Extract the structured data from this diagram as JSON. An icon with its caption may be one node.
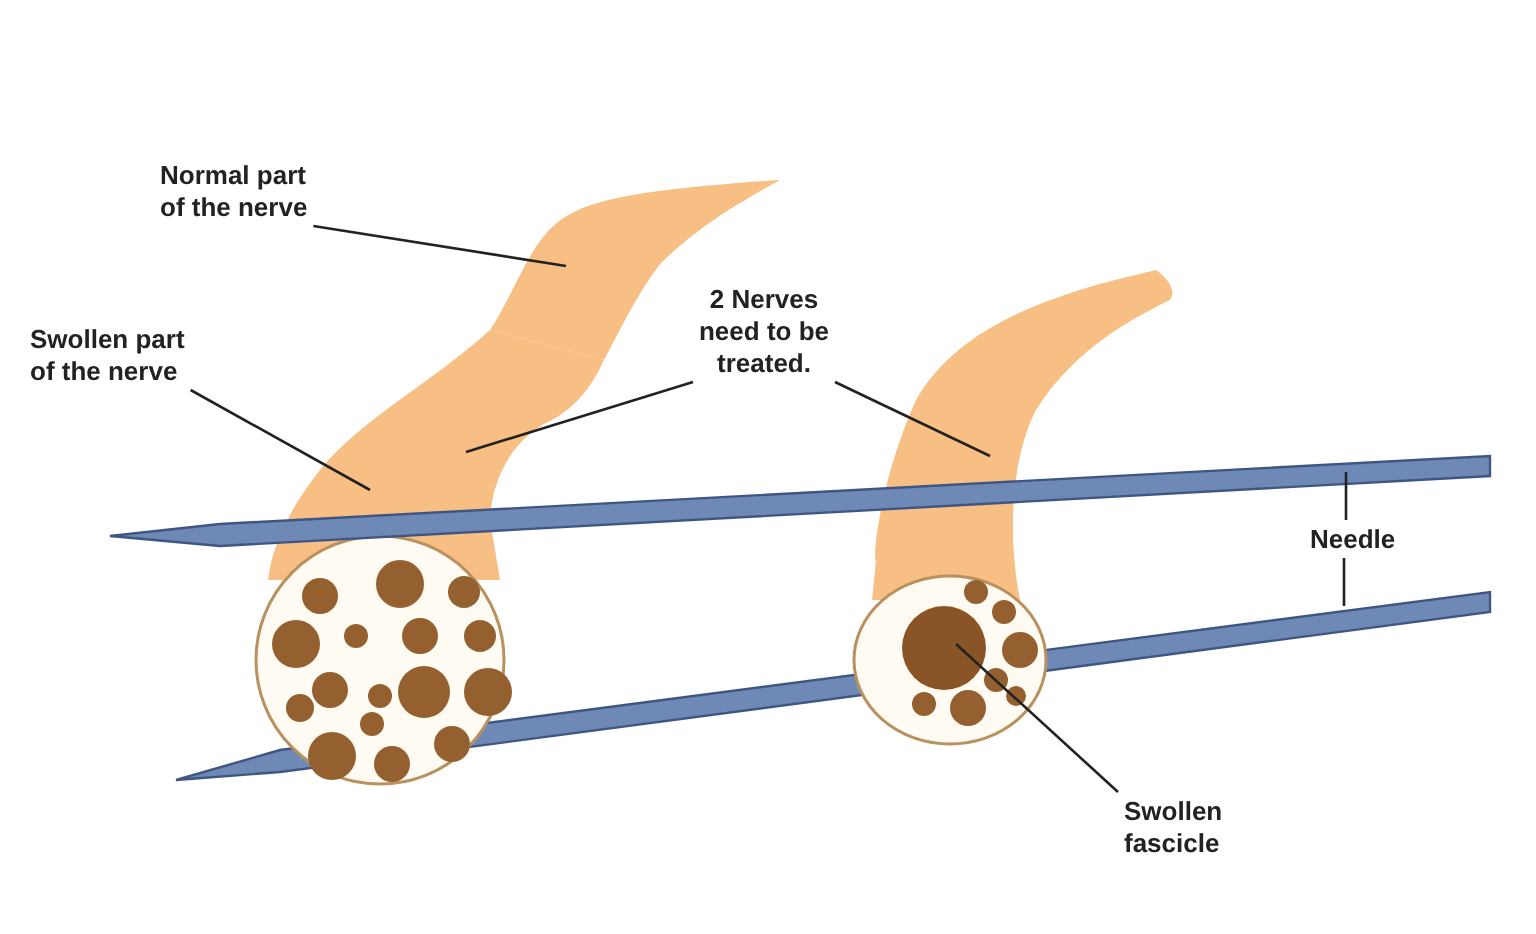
{
  "diagram": {
    "nodes": [
      {
        "text": [
          "Normal part of the nerve"
        ]
      },
      {
        "text": [
          "Swollen part of the nerve"
        ]
      },
      {
        "text": [
          "2 Nerves need to be treated."
        ]
      },
      {
        "text": [
          "Needle"
        ]
      },
      {
        "text": [
          "Swollen fascicle"
        ]
      },
      {
        "text": [],
        "shape": "picture"
      },
      {
        "text": [],
        "shape": "picture"
      },
      {
        "text": [],
        "shape": "picture"
      },
      {
        "text": [],
        "shape": "picture"
      },
      {
        "text": [],
        "shape": "picture"
      },
      {
        "text": [],
        "shape": "circle"
      }
    ],
    "edges": [
      {
        "from": 0,
        "to": 5,
        "arrow": "none"
      },
      {
        "from": 1,
        "to": 6,
        "arrow": "none"
      },
      {
        "from": 2,
        "to": 6,
        "arrow": "none"
      },
      {
        "from": 2,
        "to": 7,
        "arrow": "none"
      },
      {
        "from": 3,
        "to": 8,
        "arrow": "none"
      },
      {
        "from": 3,
        "to": 9,
        "arrow": "none"
      },
      {
        "from": 4,
        "to": 10,
        "arrow": "none"
      }
    ]
  }
}
